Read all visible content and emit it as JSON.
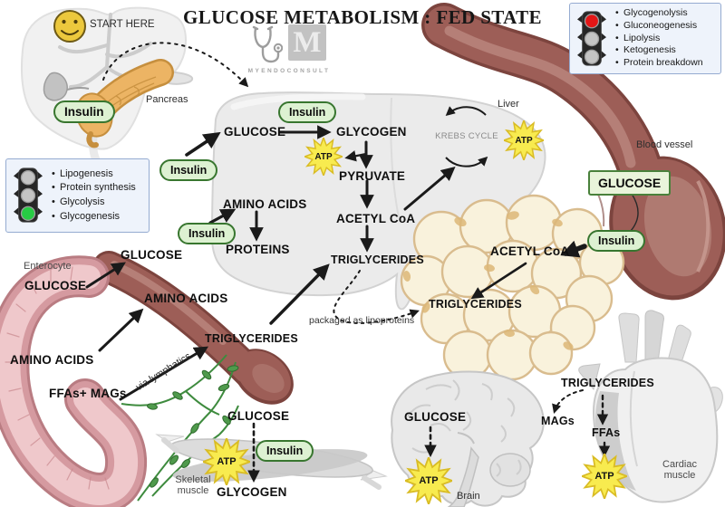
{
  "title": "GLUCOSE METABOLISM : FED STATE",
  "brand": {
    "monogram": "M",
    "name": "MYENDOCONSULT"
  },
  "start_here": "START HERE",
  "panels": {
    "inhibited": {
      "items": [
        "Glycogenolysis",
        "Gluconeogenesis",
        "Lipolysis",
        "Ketogenesis",
        "Protein breakdown"
      ]
    },
    "activated": {
      "items": [
        "Lipogenesis",
        "Protein synthesis",
        "Glycolysis",
        "Glycogenesis"
      ]
    }
  },
  "badge": {
    "insulin": "Insulin",
    "atp": "ATP",
    "glucose_vessel": "GLUCOSE"
  },
  "labels": {
    "pancreas": "Pancreas",
    "liver": "Liver",
    "blood_vessel": "Blood vessel",
    "enterocyte": "Enterocyte",
    "brain": "Brain",
    "skeletal_muscle": "Skeletal\nmuscle",
    "cardiac_muscle": "Cardiac\nmuscle",
    "via_lymphatics": "via lymphatics",
    "packaged": "packaged as lipoproteins",
    "krebs_cycle": "KREBS CYCLE"
  },
  "molecules": {
    "glucose_liver": "GLUCOSE",
    "glycogen_liver": "GLYCOGEN",
    "pyruvate": "PYRUVATE",
    "acetyl_coa_liver": "ACETYL CoA",
    "triglycerides_liver": "TRIGLYCERIDES",
    "amino_acids_liver": "AMINO ACIDS",
    "proteins": "PROTEINS",
    "glucose_portal": "GLUCOSE",
    "amino_acids_portal": "AMINO ACIDS",
    "triglycerides_lymph": "TRIGLYCERIDES",
    "glucose_gut": "GLUCOSE",
    "amino_acids_gut": "AMINO ACIDS",
    "ffas_mags_gut": "FFAs+ MAGs",
    "acetyl_coa_adipose": "ACETYL CoA",
    "triglycerides_adipose": "TRIGLYCERIDES",
    "glucose_muscle": "GLUCOSE",
    "glycogen_muscle": "GLYCOGEN",
    "glucose_brain": "GLUCOSE",
    "triglycerides_heart": "TRIGLYCERIDES",
    "mags_heart": "MAGs",
    "ffas_heart": "FFAs"
  },
  "colors": {
    "insulin_fill": "#ddf1d2",
    "insulin_border": "#38762f",
    "glucose_box_fill": "#e9f4da",
    "glucose_box_border": "#49813b",
    "atp_fill": "#f8eb4f",
    "atp_border": "#d9bc25",
    "vessel_red": "#9d5e57",
    "vessel_dark": "#7c443e",
    "intestine_pink": "#d59aa0",
    "adipose_cream": "#f9f2dc",
    "lymph_green": "#3e8b3e",
    "stop_red": "#e31616",
    "go_green": "#27cc44",
    "panel_bg": "#eef3fb",
    "panel_border": "#95abd1"
  }
}
